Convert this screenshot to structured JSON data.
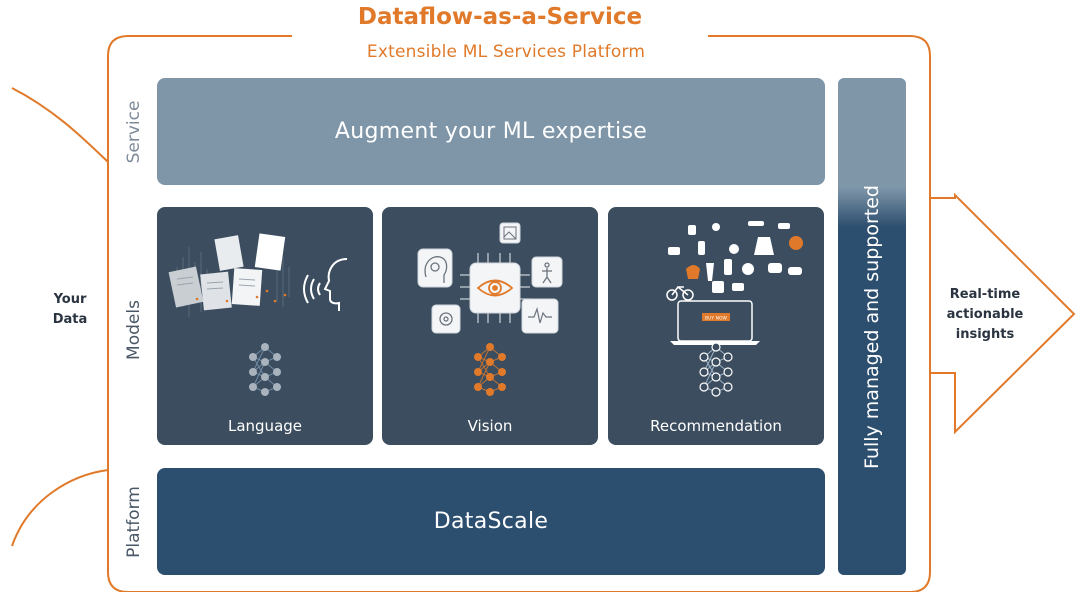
{
  "header": {
    "title": "Dataflow-as-a-Service",
    "subtitle": "Extensible ML Services Platform"
  },
  "layers": {
    "service_label": "Service",
    "models_label": "Models",
    "platform_label": "Platform"
  },
  "service": {
    "text": "Augment your ML expertise"
  },
  "models": [
    {
      "name": "Language"
    },
    {
      "name": "Vision"
    },
    {
      "name": "Recommendation"
    }
  ],
  "recommendation_button": "BUY NOW",
  "platform": {
    "text": "DataScale"
  },
  "managed": {
    "text": "Fully managed and supported"
  },
  "inputs": {
    "line1": "Your",
    "line2": "Data"
  },
  "outputs": {
    "line1": "Real-time",
    "line2": "actionable",
    "line3": "insights"
  },
  "colors": {
    "accent": "#e07a2a",
    "service": "#7f96a9",
    "model_card": "#3b4d5e",
    "platform": "#2c4e6f"
  }
}
